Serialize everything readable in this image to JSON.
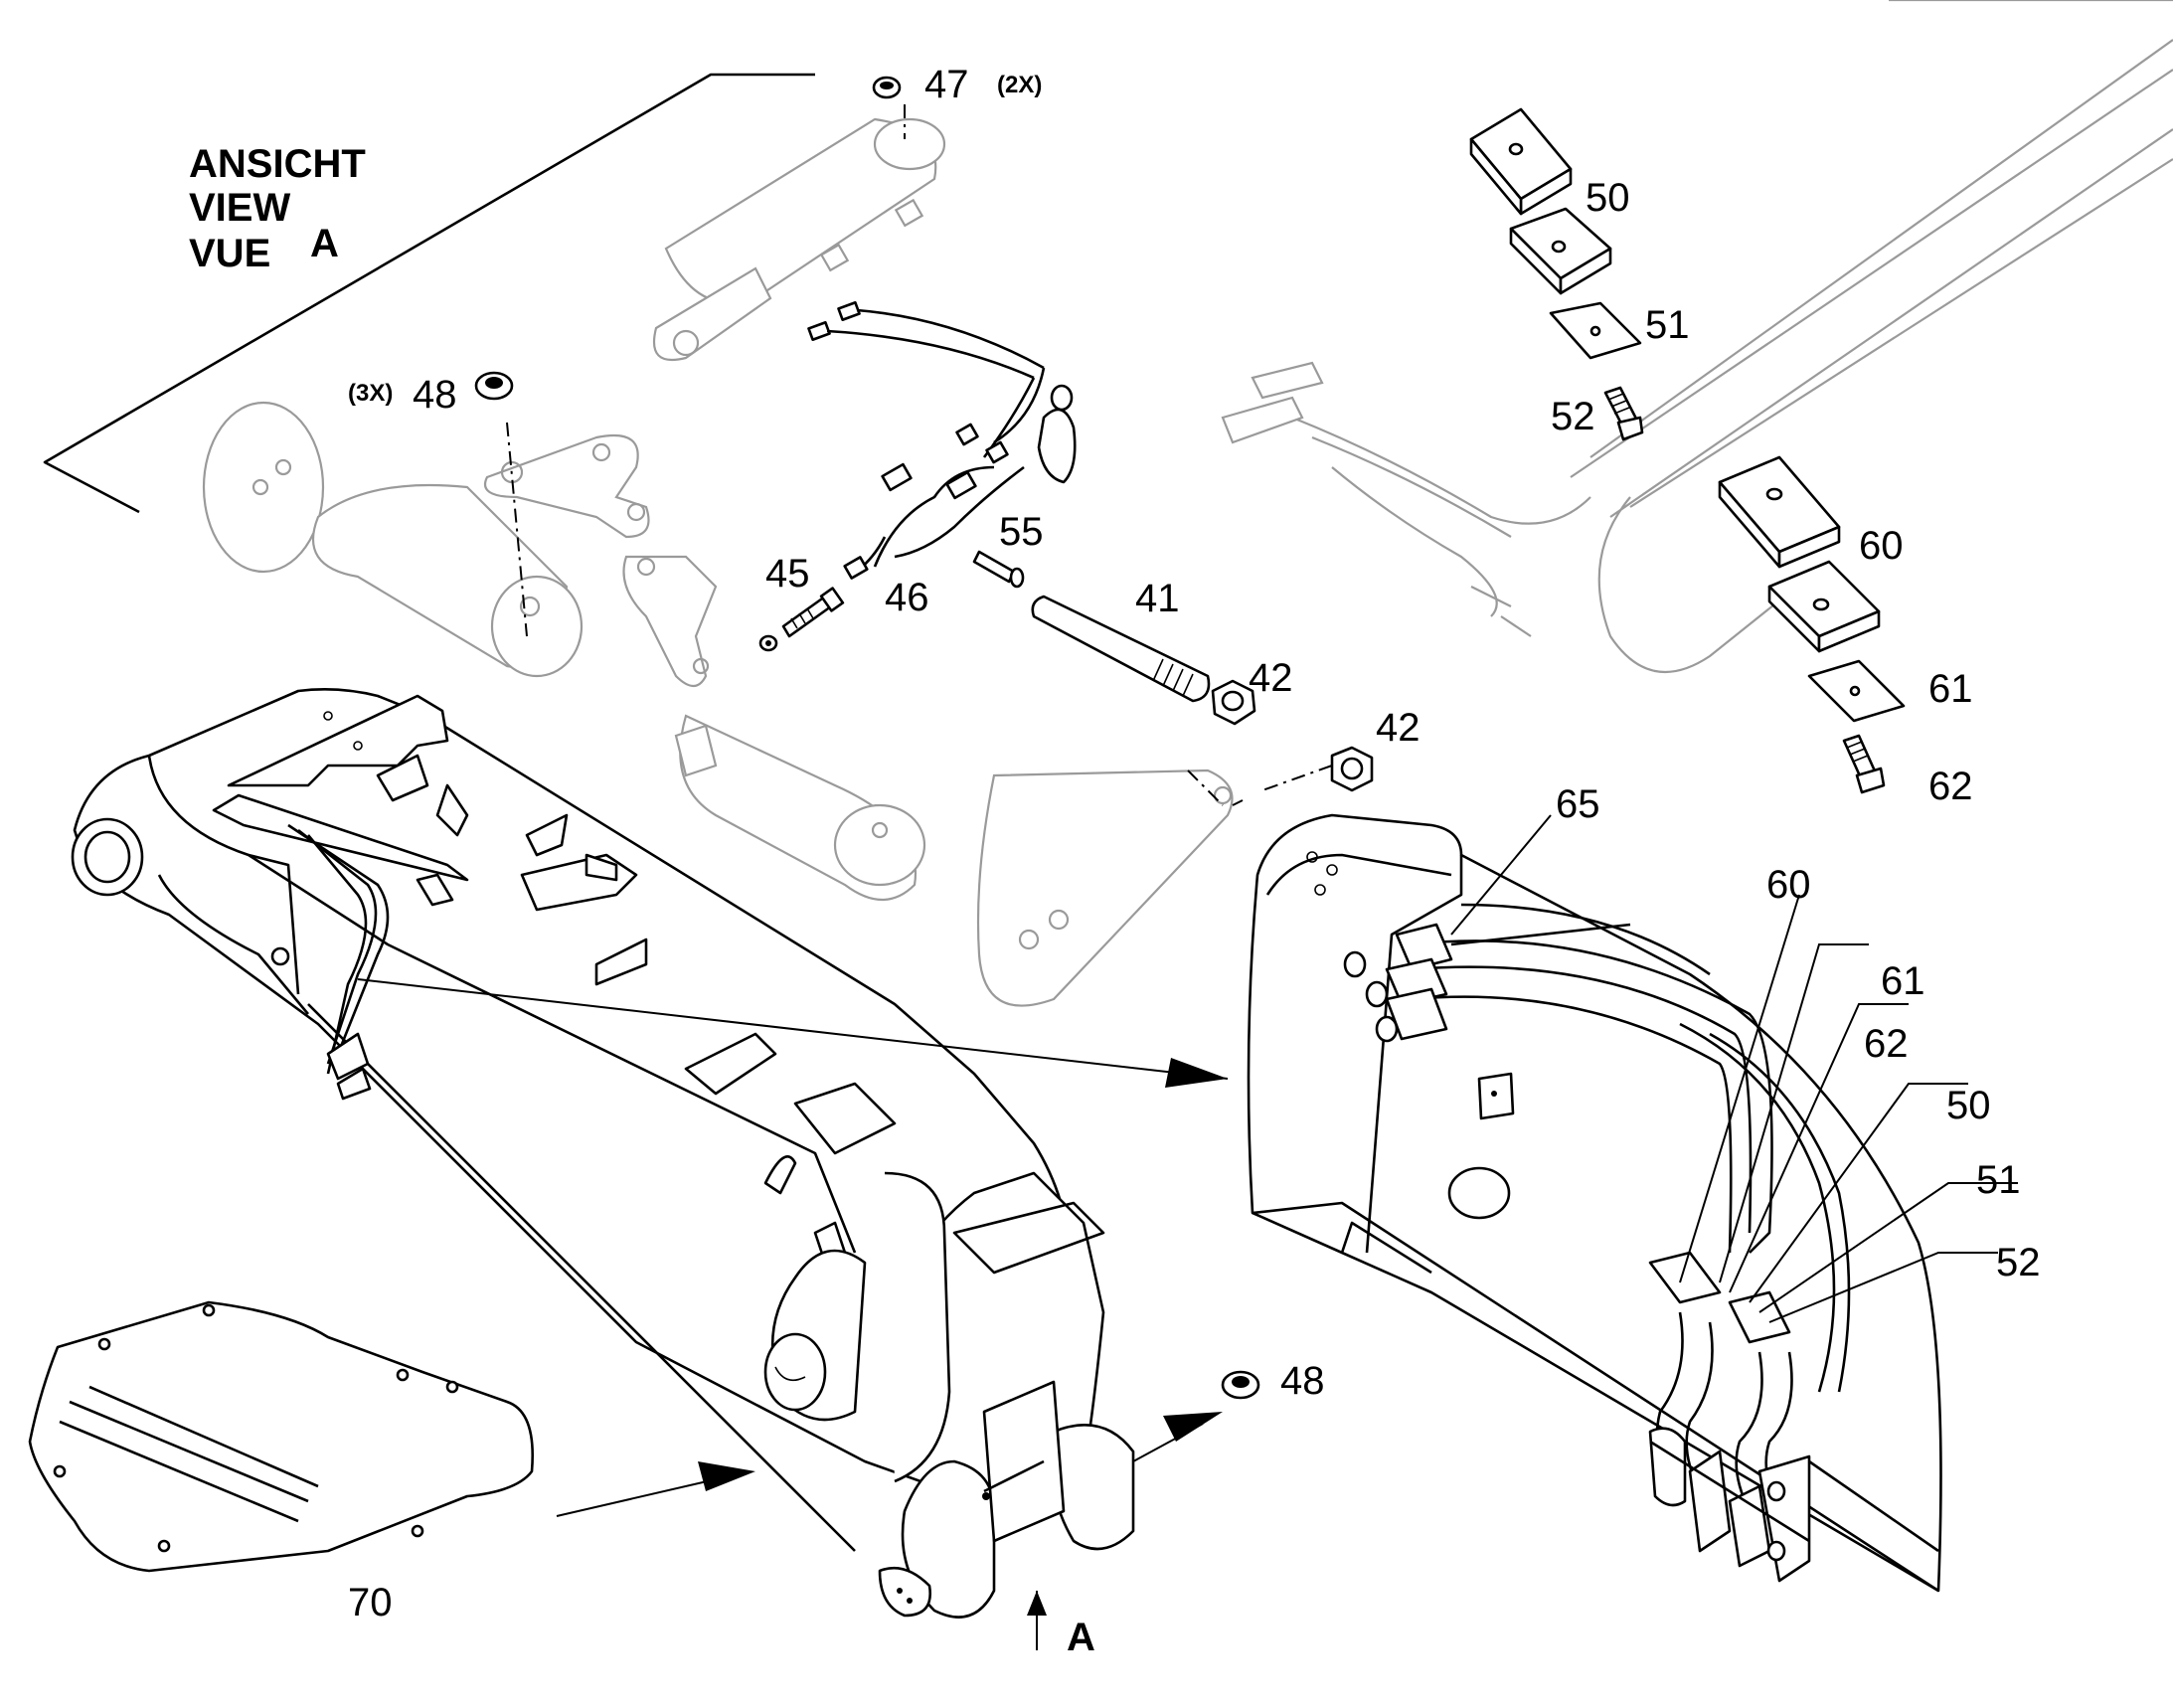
{
  "view_label": {
    "line1": "ANSICHT",
    "line2": "VIEW",
    "line3": "VUE",
    "letter": "A"
  },
  "view_arrow_letter": "A",
  "callouts": {
    "c47": "47",
    "c47_qty": "(2X)",
    "c48_qty": "(3X)",
    "c48_top": "48",
    "c45": "45",
    "c46": "46",
    "c55": "55",
    "c41": "41",
    "c42_a": "42",
    "c42_b": "42",
    "c50_top": "50",
    "c51_top": "51",
    "c52_top": "52",
    "c60_top": "60",
    "c61_top": "61",
    "c62_top": "62",
    "c65": "65",
    "c60_det": "60",
    "c61_det": "61",
    "c62_det": "62",
    "c50_det": "50",
    "c51_det": "51",
    "c52_det": "52",
    "c48_bottom": "48",
    "c70": "70"
  }
}
